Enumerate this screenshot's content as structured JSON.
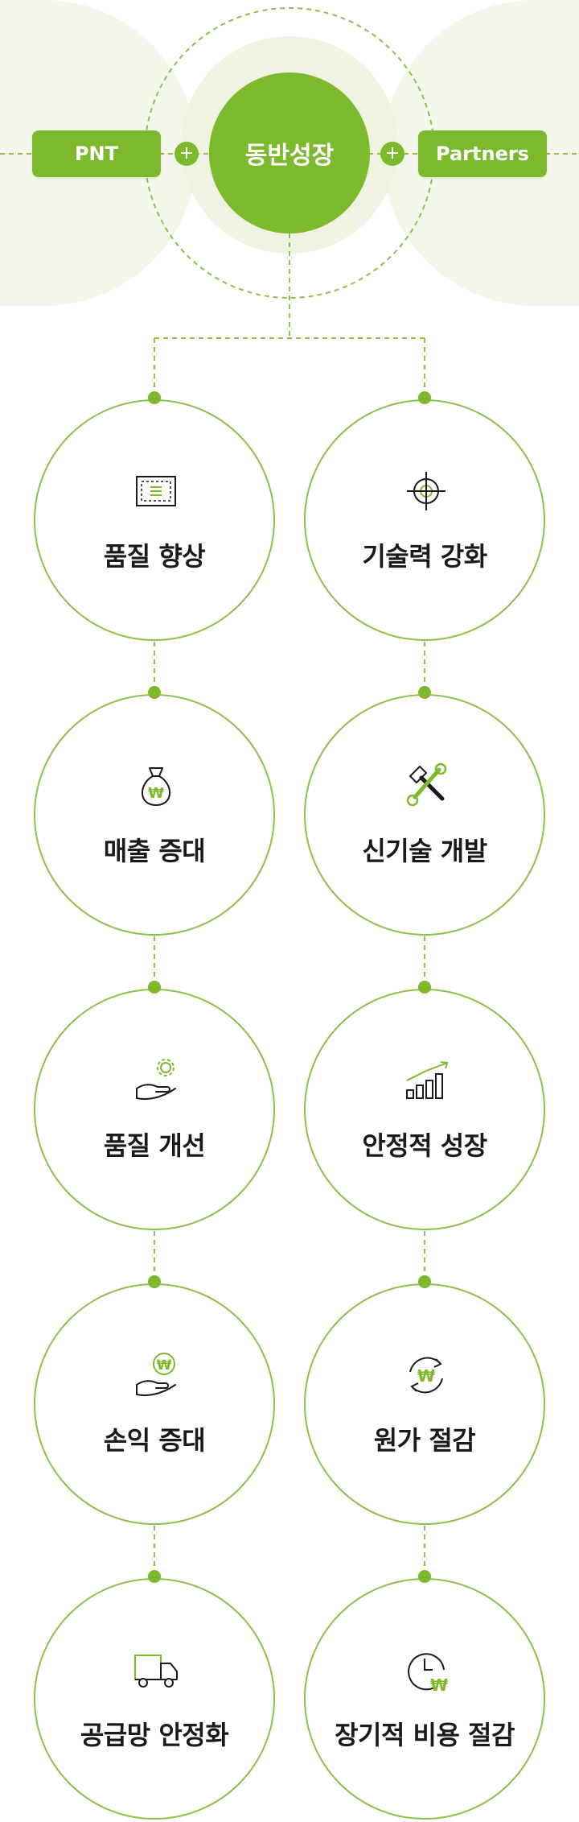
{
  "header": {
    "left_pill": "PNT",
    "center_hub": "동반성장",
    "right_pill": "Partners",
    "plus_symbol": "+"
  },
  "colors": {
    "accent": "#7cb92c",
    "circle_border": "#8cc04a",
    "background_tint": "#f3f7ea"
  },
  "nodes": [
    {
      "label": "품질 향상",
      "icon": "document-frame-icon"
    },
    {
      "label": "기술력 강화",
      "icon": "crosshair-target-icon"
    },
    {
      "label": "매출 증대",
      "icon": "money-bag-won-icon"
    },
    {
      "label": "신기술 개발",
      "icon": "hammer-wrench-tools-icon"
    },
    {
      "label": "품질 개선",
      "icon": "hand-gear-icon"
    },
    {
      "label": "안정적 성장",
      "icon": "growth-bar-chart-icon"
    },
    {
      "label": "손익 증대",
      "icon": "hand-won-coin-icon"
    },
    {
      "label": "원가 절감",
      "icon": "won-cycle-arrows-icon"
    },
    {
      "label": "공급망 안정화",
      "icon": "delivery-truck-icon"
    },
    {
      "label": "장기적 비용 절감",
      "icon": "clock-won-icon"
    }
  ]
}
